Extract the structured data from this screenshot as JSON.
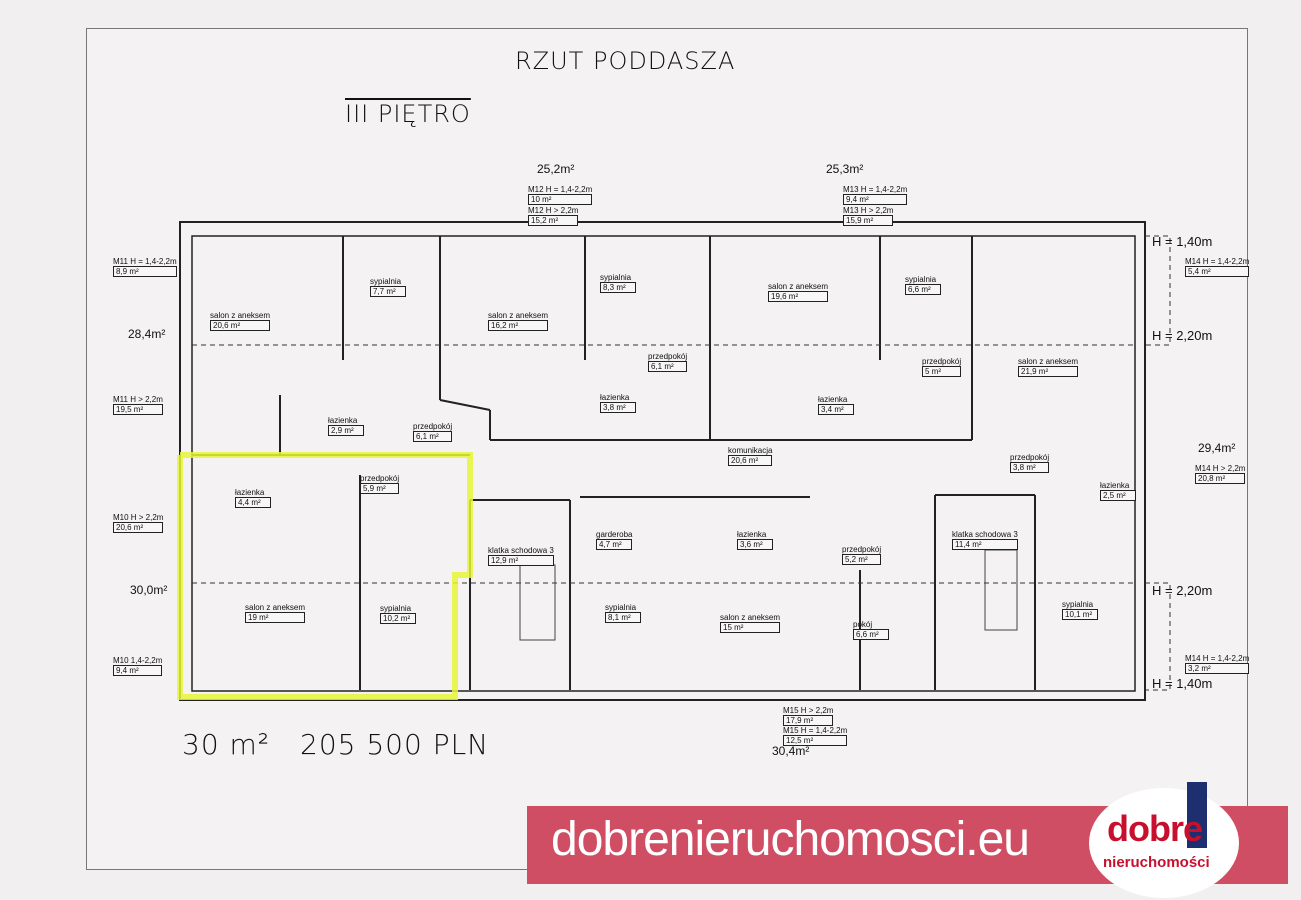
{
  "title": "RZUT PODDASZA",
  "floor": "III PIĘTRO",
  "highlighted_unit": {
    "area": "30 m²",
    "price": "205 500 PLN",
    "highlight_color": "#e6f53a"
  },
  "rooms": [
    {
      "name": "salon z aneksem",
      "area": "20,6 m²"
    },
    {
      "name": "sypialnia",
      "area": "7,7 m²"
    },
    {
      "name": "łazienka",
      "area": "2,9 m²"
    },
    {
      "name": "przedpokój",
      "area": "6,1 m²"
    },
    {
      "name": "salon z aneksem",
      "area": "16,2 m²"
    },
    {
      "name": "sypialnia",
      "area": "8,3 m²"
    },
    {
      "name": "przedpokój",
      "area": "6,1 m²"
    },
    {
      "name": "łazienka",
      "area": "3,8 m²"
    },
    {
      "name": "salon z aneksem",
      "area": "19,6 m²"
    },
    {
      "name": "sypialnia",
      "area": "6,6 m²"
    },
    {
      "name": "przedpokój",
      "area": "5 m²"
    },
    {
      "name": "łazienka",
      "area": "3,4 m²"
    },
    {
      "name": "salon z aneksem",
      "area": "21,9 m²"
    },
    {
      "name": "przedpokój",
      "area": "3,8 m²"
    },
    {
      "name": "łazienka",
      "area": "2,5 m²"
    },
    {
      "name": "sypialnia",
      "area": "10,1 m²"
    },
    {
      "name": "komunikacja",
      "area": "20,6 m²"
    },
    {
      "name": "łazienka",
      "area": "4,4 m²"
    },
    {
      "name": "przedpokój",
      "area": "5,9 m²"
    },
    {
      "name": "salon z aneksem",
      "area": "19 m²"
    },
    {
      "name": "sypialnia",
      "area": "10,2 m²"
    },
    {
      "name": "klatka schodowa 3",
      "area": "12,9 m²"
    },
    {
      "name": "garderoba",
      "area": "4,7 m²"
    },
    {
      "name": "sypialnia",
      "area": "8,1 m²"
    },
    {
      "name": "łazienka",
      "area": "3,6 m²"
    },
    {
      "name": "salon z aneksem",
      "area": "15 m²"
    },
    {
      "name": "przedpokój",
      "area": "5,2 m²"
    },
    {
      "name": "pokój",
      "area": "6,6 m²"
    },
    {
      "name": "klatka schodowa 3",
      "area": "11,4 m²"
    }
  ],
  "unit_areas": [
    {
      "name": "M11 H = 1,4-2,2m",
      "area": "8,9 m²"
    },
    {
      "name": "M11 H > 2,2m",
      "area": "19,5 m²"
    },
    {
      "name": "M10 H > 2,2m",
      "area": "20,6 m²"
    },
    {
      "name": "M10 1,4-2,2m",
      "area": "9,4 m²"
    },
    {
      "name": "M12 H = 1,4-2,2m",
      "area": "10 m²"
    },
    {
      "name": "M12 H > 2,2m",
      "area": "15,2 m²"
    },
    {
      "name": "M13 H = 1,4-2,2m",
      "area": "9,4 m²"
    },
    {
      "name": "M13 H > 2,2m",
      "area": "15,9 m²"
    },
    {
      "name": "M14 H = 1,4-2,2m",
      "area": "5,4 m²"
    },
    {
      "name": "M14 H > 2,2m",
      "area": "20,8 m²"
    },
    {
      "name": "M14 H = 1,4-2,2m",
      "area": "3,2 m²"
    },
    {
      "name": "M15 H > 2,2m",
      "area": "17,9 m²"
    },
    {
      "name": "M15 H = 1,4-2,2m",
      "area": "12,5 m²"
    }
  ],
  "totals": [
    "28,4m²",
    "30,0m²",
    "25,2m²",
    "25,3m²",
    "29,4m²",
    "30,4m²"
  ],
  "heights": [
    "H = 1,40m",
    "H = 2,20m",
    "H = 2,20m",
    "H = 1,40m"
  ],
  "banner": {
    "url": "dobrenieruchomosci.eu",
    "logo_top": "dobre",
    "logo_bottom": "nieruchomości",
    "color": "#cf4e64"
  }
}
